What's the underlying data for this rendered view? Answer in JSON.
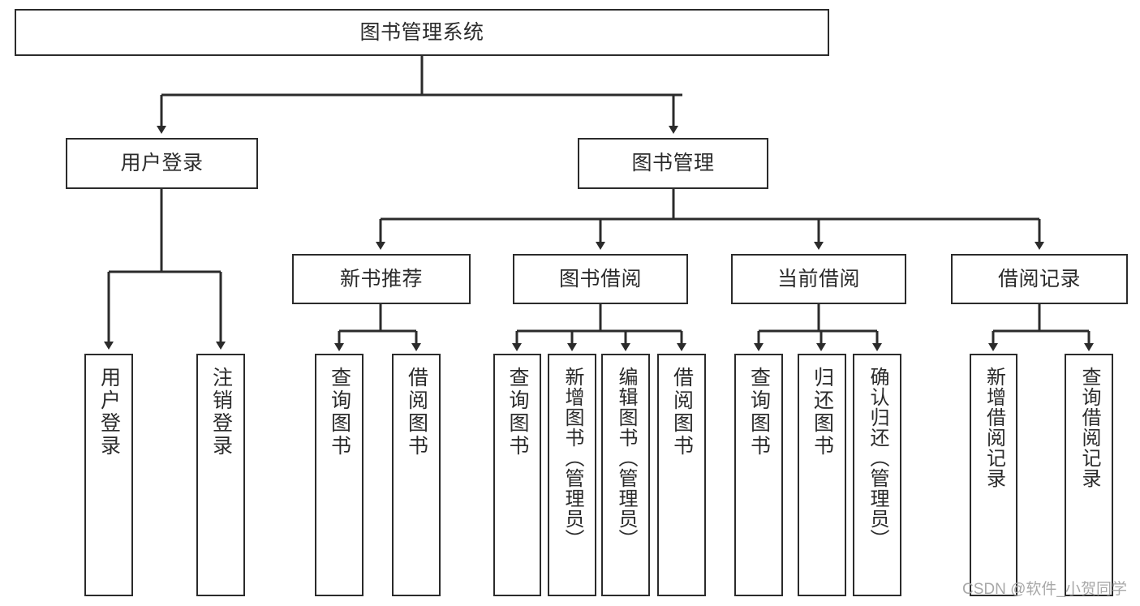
{
  "diagram": {
    "title": "图书管理系统",
    "type": "tree",
    "watermark": "CSDN @软件_小贺同学",
    "line_color": "#2b2b2b",
    "box_fill": "#ffffff",
    "text_color": "#2b2b2b",
    "watermark_color": "#a8a8a8"
  },
  "nodes": {
    "root": {
      "label": "图书管理系统"
    },
    "level1": [
      {
        "label": "用户登录"
      },
      {
        "label": "图书管理"
      }
    ],
    "level2": [
      {
        "label": "新书推荐"
      },
      {
        "label": "图书借阅"
      },
      {
        "label": "当前借阅"
      },
      {
        "label": "借阅记录"
      }
    ],
    "leaves": {
      "user_login": [
        {
          "label": "用户登录"
        },
        {
          "label": "注销登录"
        }
      ],
      "new_book_recommend": [
        {
          "label": "查询图书"
        },
        {
          "label": "借阅图书"
        }
      ],
      "book_borrow": [
        {
          "label": "查询图书"
        },
        {
          "label": "新增图书（管理员）"
        },
        {
          "label": "编辑图书（管理员）"
        },
        {
          "label": "借阅图书"
        }
      ],
      "current_borrow": [
        {
          "label": "查询图书"
        },
        {
          "label": "归还图书"
        },
        {
          "label": "确认归还（管理员）"
        }
      ],
      "borrow_record": [
        {
          "label": "新增借阅记录"
        },
        {
          "label": "查询借阅记录"
        }
      ]
    }
  }
}
